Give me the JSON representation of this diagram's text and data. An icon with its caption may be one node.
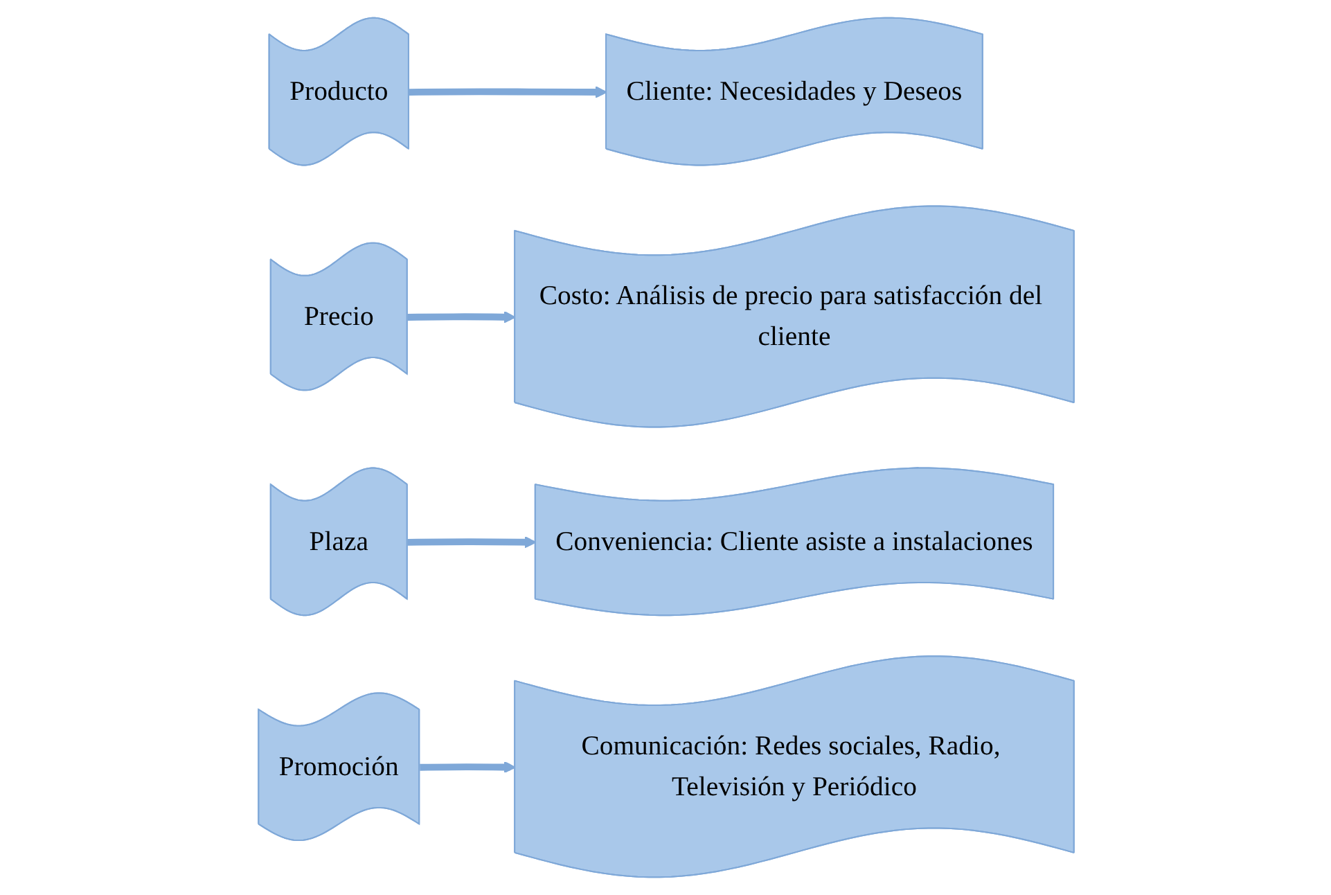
{
  "diagram": {
    "nodes": [
      {
        "text": [
          "Producto"
        ]
      },
      {
        "text": [
          "Cliente: Necesidades y Deseos"
        ]
      },
      {
        "text": [
          "Precio"
        ]
      },
      {
        "text": [
          "Costo: Análisis de precio para satisfacción del cliente"
        ]
      },
      {
        "text": [
          "Plaza"
        ]
      },
      {
        "text": [
          "Conveniencia: Cliente asiste a instalaciones"
        ]
      },
      {
        "text": [
          "Promoción"
        ]
      },
      {
        "text": [
          "Comunicación: Redes sociales, Radio, Televisión y Periódico"
        ]
      }
    ],
    "edges": [
      {
        "from": 0,
        "to": 1,
        "arrow": "to"
      },
      {
        "from": 2,
        "to": 3,
        "arrow": "to"
      },
      {
        "from": 4,
        "to": 5,
        "arrow": "to"
      },
      {
        "from": 6,
        "to": 7,
        "arrow": "to"
      }
    ]
  }
}
